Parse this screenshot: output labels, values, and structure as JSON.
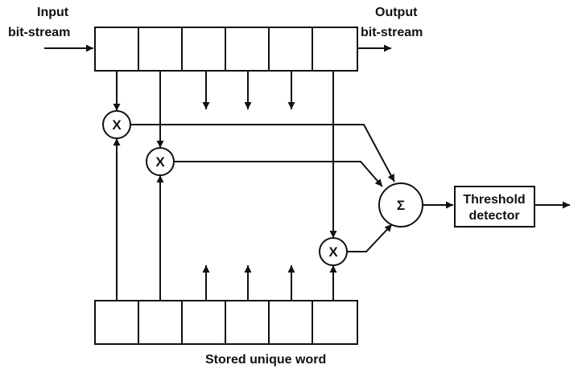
{
  "labels": {
    "input": [
      "Input",
      "bit-stream"
    ],
    "output": [
      "Output",
      "bit-stream"
    ],
    "stored": "Stored unique word",
    "threshold": [
      "Threshold",
      "detector"
    ]
  },
  "symbols": {
    "multiply": "X",
    "sum": "Σ"
  },
  "register_cell_count": 6
}
